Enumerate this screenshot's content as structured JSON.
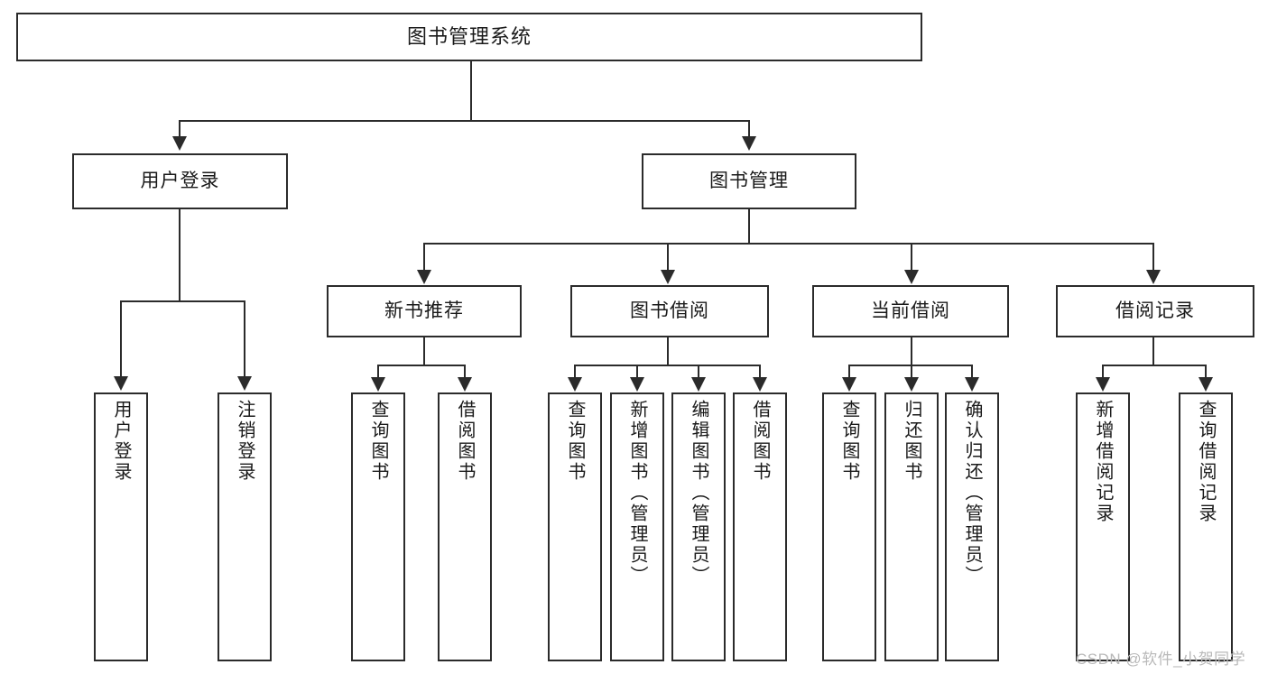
{
  "diagram": {
    "kind": "tree-hierarchy-chart",
    "title": "图书管理系统",
    "watermark": "CSDN @软件_小贺同学",
    "line_color": "#2b2b2b",
    "box_fill": "#ffffff",
    "text_color": "#1a1a1a",
    "watermark_color": "#b9b9b9"
  },
  "root": {
    "label": "图书管理系统"
  },
  "level2": [
    {
      "label": "用户登录"
    },
    {
      "label": "图书管理"
    }
  ],
  "level3": [
    {
      "label": "新书推荐"
    },
    {
      "label": "图书借阅"
    },
    {
      "label": "当前借阅"
    },
    {
      "label": "借阅记录"
    }
  ],
  "leaves": {
    "user_login": [
      {
        "label": "用户登录"
      },
      {
        "label": "注销登录"
      }
    ],
    "new_book_recommend": [
      {
        "label": "查询图书"
      },
      {
        "label": "借阅图书"
      }
    ],
    "book_borrow": [
      {
        "label": "查询图书"
      },
      {
        "label": "新增图书（管理员）"
      },
      {
        "label": "编辑图书（管理员）"
      },
      {
        "label": "借阅图书"
      }
    ],
    "current_borrow": [
      {
        "label": "查询图书"
      },
      {
        "label": "归还图书"
      },
      {
        "label": "确认归还（管理员）"
      }
    ],
    "borrow_record": [
      {
        "label": "新增借阅记录"
      },
      {
        "label": "查询借阅记录"
      }
    ]
  }
}
